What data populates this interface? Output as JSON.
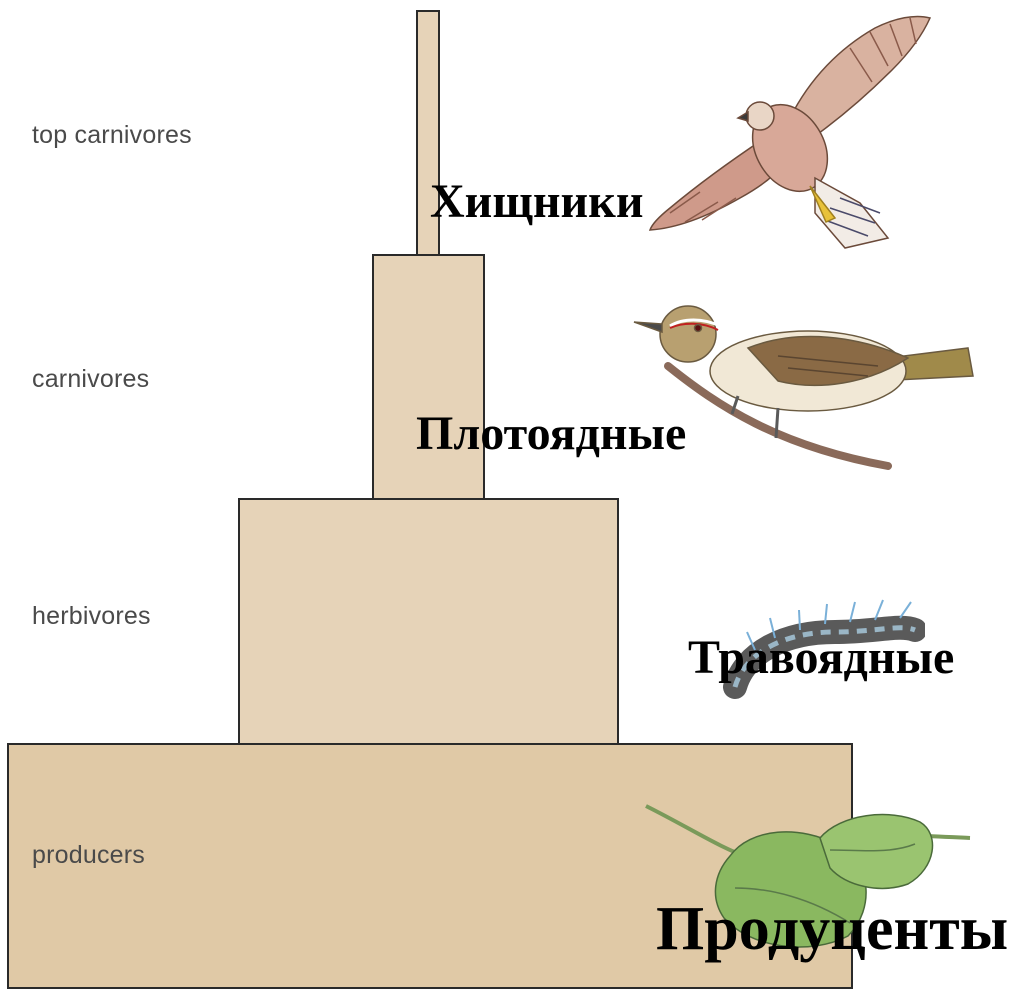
{
  "levels": [
    {
      "id": "top-carnivores",
      "label_en": "top carnivores",
      "label_ru": "Хищники",
      "organism_icon": "hawk-icon"
    },
    {
      "id": "carnivores",
      "label_en": "carnivores",
      "label_ru": "Плотоядные",
      "organism_icon": "songbird-icon"
    },
    {
      "id": "herbivores",
      "label_en": "herbivores",
      "label_ru": "Травоядные",
      "organism_icon": "caterpillar-icon"
    },
    {
      "id": "producers",
      "label_en": "producers",
      "label_ru": "Продуценты",
      "organism_icon": "leaf-icon"
    }
  ],
  "colors": {
    "box_fill": "#e6d3b8",
    "box_fill_base": "#e0c9a6",
    "box_border": "#2a2a2a"
  }
}
